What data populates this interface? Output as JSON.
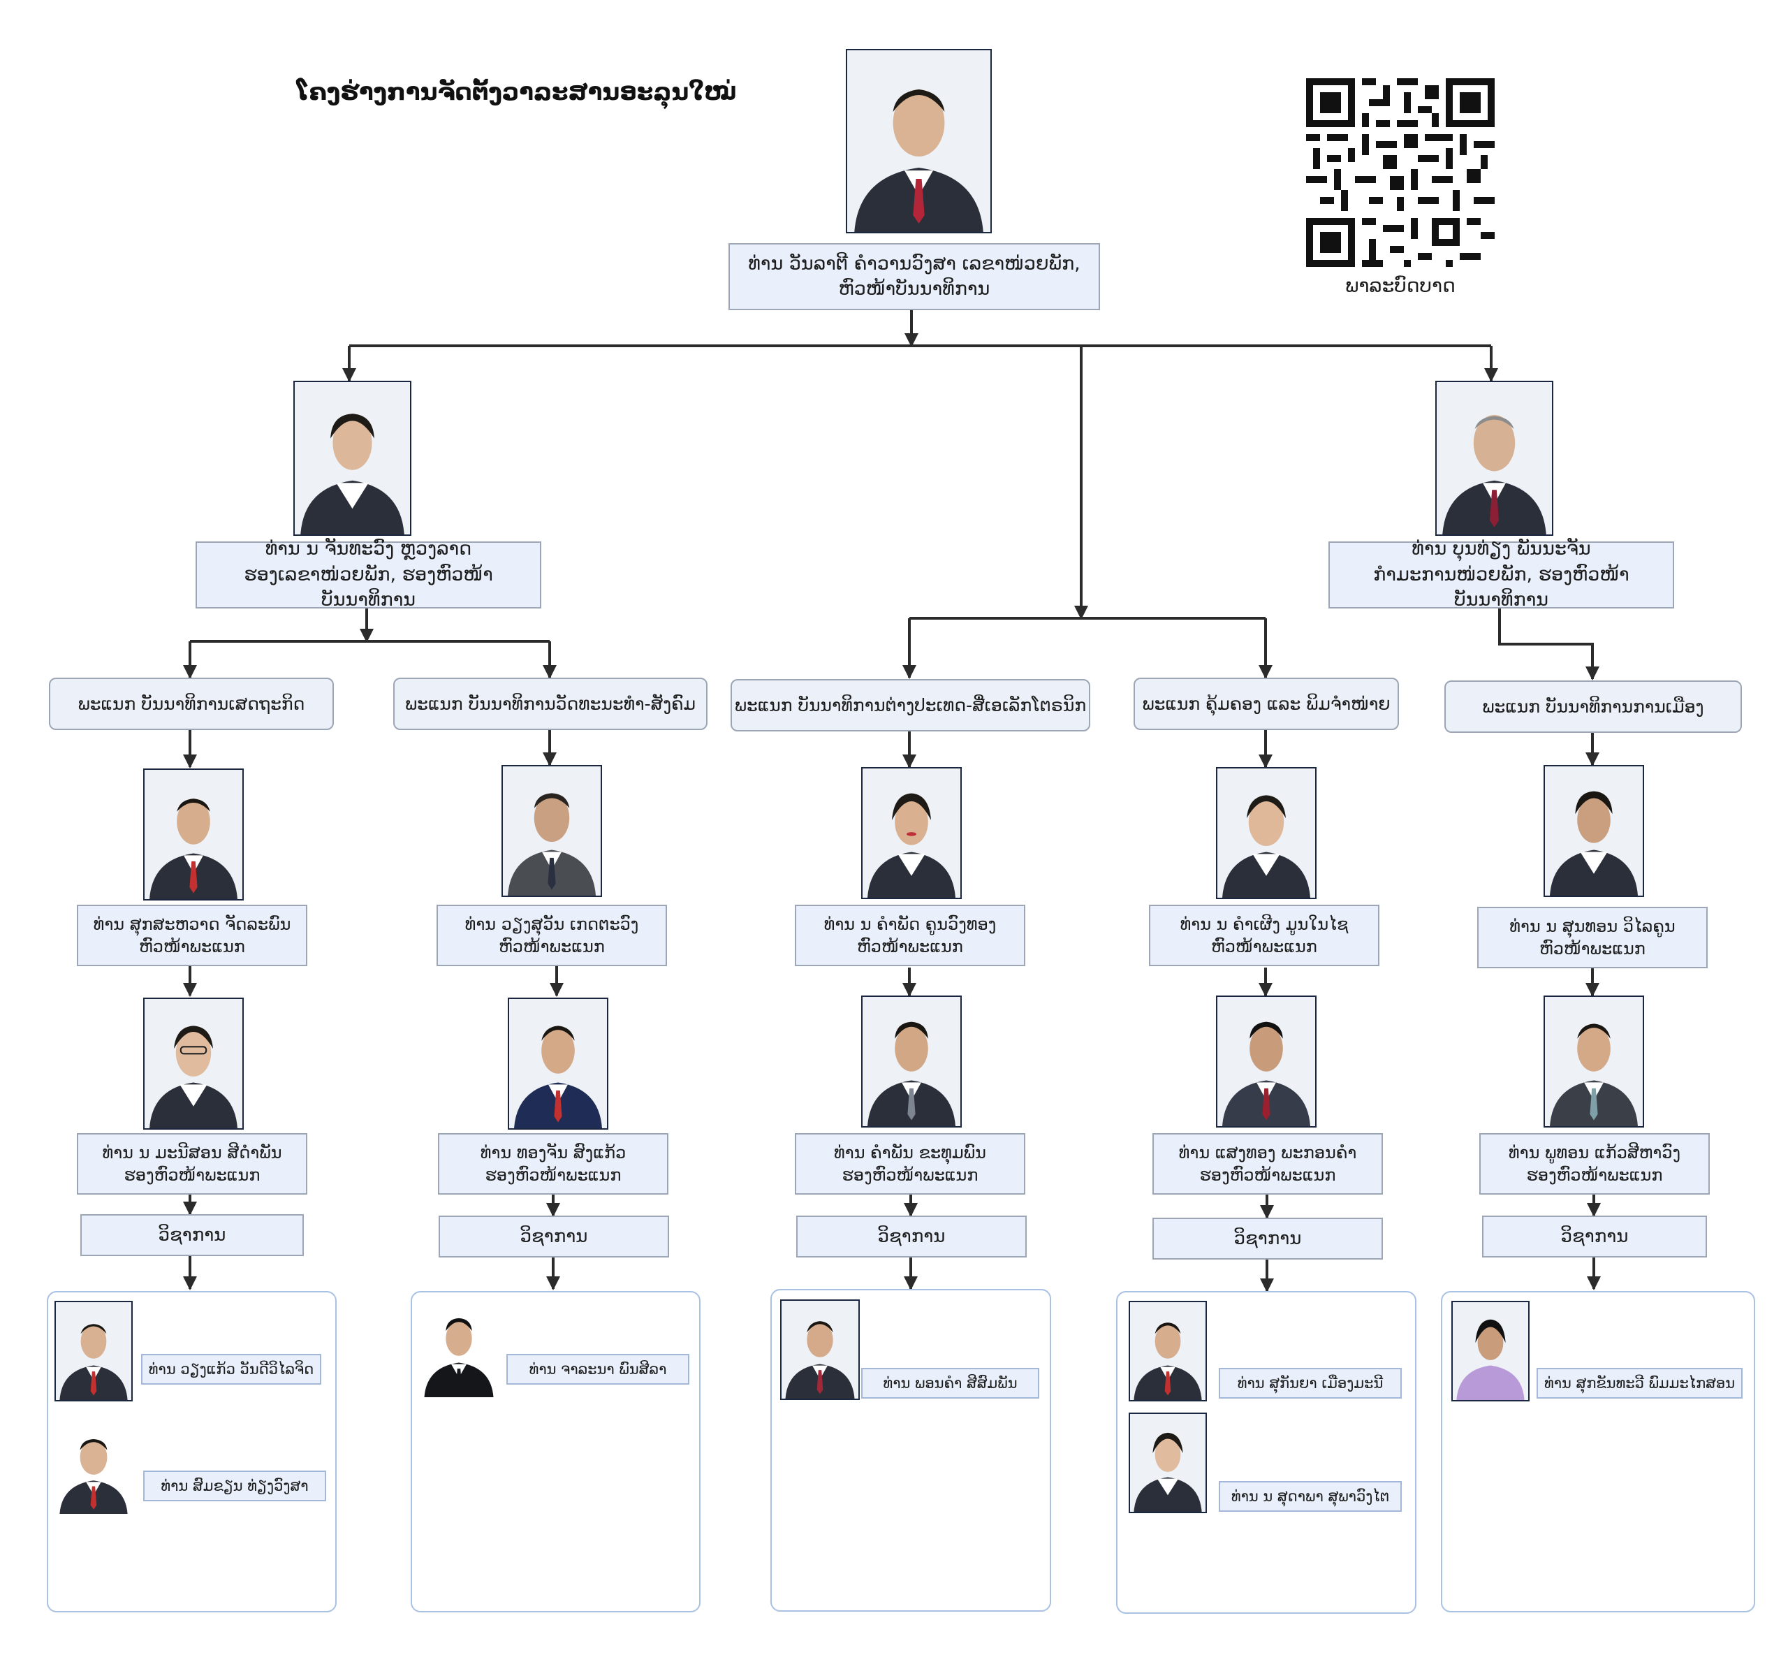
{
  "title": "ໂຄງຮ່າງການຈັດຕັ້ງວາລະສານອະລຸນໃໝ່",
  "qr": {
    "caption": "ພາລະບົດບາດ"
  },
  "head": {
    "line1": "ທ່ານ ວັນລາຕີ ຄຳວານວົງສາ ເລຂາໜ່ວຍພັກ,",
    "line2": "ຫົວໜ້າບັນນາທິການ"
  },
  "deputies": [
    {
      "line1": "ທ່ານ ນ ຈັນທະວົງ ຫຼວງລາດ",
      "line2": "ຮອງເລຂາໜ່ວຍພັກ, ຮອງຫົວໜ້າບັນນາທິການ"
    },
    {
      "line1": "ທ່ານ ບຸນທ່ຽງ ພັນນະຈັນ",
      "line2": "ກຳມະການໜ່ວຍພັກ, ຮອງຫົວໜ້າບັນນາທິການ"
    }
  ],
  "departments": [
    {
      "name": "ພະແນກ ບັນນາທິການເສດຖະກິດ",
      "chief": {
        "line1": "ທ່ານ ສຸກສະຫວາດ ຈັດລະພົນ",
        "line2": "ຫົວໜ້າພະແນກ"
      },
      "deputy": {
        "line1": "ທ່ານ ນ ມະນີສອນ ສີດຳພັນ",
        "line2": "ຮອງຫົວໜ້າພະແນກ"
      },
      "tech": "ວິຊາການ",
      "staff": [
        "ທ່ານ ວຽງແກ້ວ ວັນດີວິໄລຈິດ",
        "ທ່ານ ສົມຂຽນ ທ່ຽງວົງສາ"
      ]
    },
    {
      "name": "ພະແນກ ບັນນາທິການວັດທະນະທຳ-ສັງຄົມ",
      "chief": {
        "line1": "ທ່ານ ວຽງສຸວັນ ເກດຕະວົງ",
        "line2": "ຫົວໜ້າພະແນກ"
      },
      "deputy": {
        "line1": "ທ່ານ ທອງຈັນ ສົງແກ້ວ",
        "line2": "ຮອງຫົວໜ້າພະແນກ"
      },
      "tech": "ວິຊາການ",
      "staff": [
        "ທ່ານ ຈາລະນາ ພົນສີລາ"
      ]
    },
    {
      "name": "ພະແນກ ບັນນາທິການຕ່າງປະເທດ-ສື່ເອເລັກໂຕຣນິກ",
      "chief": {
        "line1": "ທ່ານ ນ ຄຳພັດ ຄູນວົງທອງ",
        "line2": "ຫົວໜ້າພະແນກ"
      },
      "deputy": {
        "line1": "ທ່ານ ຄຳພັນ ຂະທຸມພົນ",
        "line2": "ຮອງຫົວໜ້າພະແນກ"
      },
      "tech": "ວິຊາການ",
      "staff": [
        "ທ່ານ ພອນຄຳ ສີສົມພັນ"
      ]
    },
    {
      "name": "ພະແນກ ຄຸ້ມຄອງ ແລະ ພິມຈຳໜ່າຍ",
      "chief": {
        "line1": "ທ່ານ ນ ຄຳເຜີງ ມູນໃນໄຊ",
        "line2": "ຫົວໜ້າພະແນກ"
      },
      "deputy": {
        "line1": "ທ່ານ ແສງທອງ ພະກອນຄຳ",
        "line2": "ຮອງຫົວໜ້າພະແນກ"
      },
      "tech": "ວິຊາການ",
      "staff": [
        "ທ່ານ ສຸກັນຍາ ເມືອງມະນີ",
        "ທ່ານ ນ ສຸດາພາ ສຸພາວົງໄຕ"
      ]
    },
    {
      "name": "ພະແນກ ບັນນາທິການການເມືອງ",
      "chief": {
        "line1": "ທ່ານ ນ ສຸນທອນ ວິໄລຄູນ",
        "line2": "ຫົວໜ້າພະແນກ"
      },
      "deputy": {
        "line1": "ທ່ານ ພູທອນ ແກ້ວສີຫາວົງ",
        "line2": "ຮອງຫົວໜ້າພະແນກ"
      },
      "tech": "ວິຊາການ",
      "staff": [
        "ທ່ານ ສຸກຂັນທະວີ ພົມມະໄກສອນ"
      ]
    }
  ]
}
